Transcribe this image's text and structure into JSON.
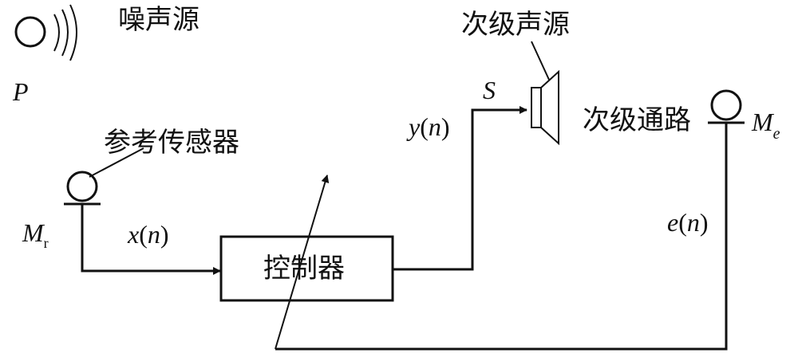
{
  "labels": {
    "noise_source": "噪声源",
    "noise_symbol": "P",
    "reference_sensor": "参考传感器",
    "reference_mic_symbol": "M",
    "reference_mic_subscript": "r",
    "controller": "控制器",
    "secondary_source": "次级声源",
    "speaker_symbol": "S",
    "secondary_path": "次级通路",
    "error_mic_symbol": "M",
    "error_mic_subscript": "e"
  },
  "signals": {
    "input": {
      "var": "x",
      "paren_open": "(",
      "arg": "n",
      "paren_close": ")"
    },
    "output": {
      "var": "y",
      "paren_open": "(",
      "arg": "n",
      "paren_close": ")"
    },
    "error": {
      "var": "e",
      "paren_open": "(",
      "arg": "n",
      "paren_close": ")"
    }
  },
  "colors": {
    "stroke": "#111111",
    "background": "#ffffff"
  }
}
